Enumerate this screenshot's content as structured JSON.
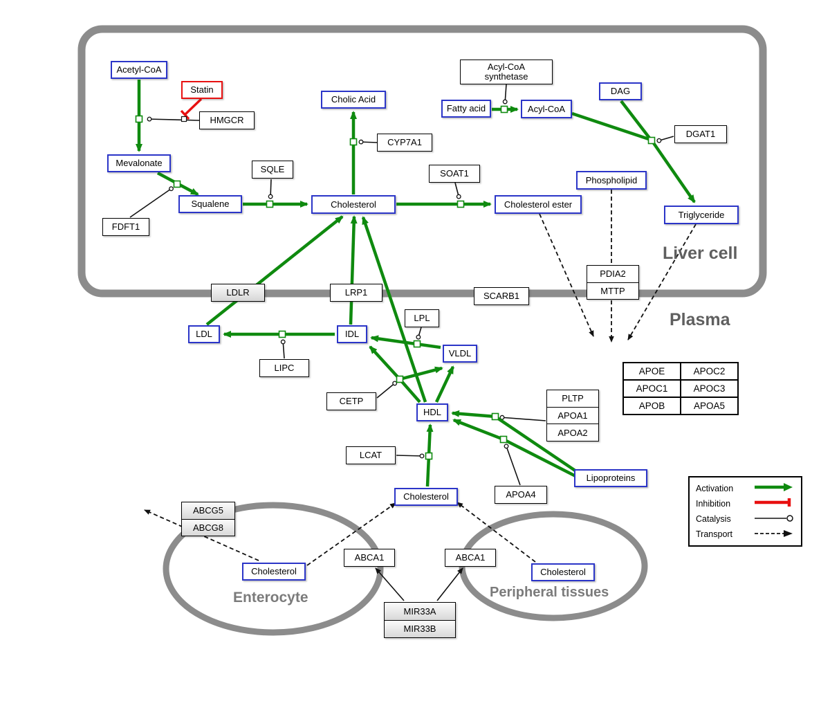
{
  "diagram": {
    "compartments": {
      "liver": "Liver cell",
      "plasma": "Plasma",
      "enterocyte": "Enterocyte",
      "peripheral": "Peripheral tissues"
    },
    "metabolites": {
      "acetyl_coa": "Acetyl-CoA",
      "mevalonate": "Mevalonate",
      "squalene": "Squalene",
      "cholesterol_liver": "Cholesterol",
      "cholic_acid": "Cholic Acid",
      "fatty_acid": "Fatty acid",
      "acyl_coa": "Acyl-CoA",
      "dag": "DAG",
      "phospholipid": "Phospholipid",
      "cholesterol_ester": "Cholesterol ester",
      "triglyceride": "Triglyceride",
      "ldl": "LDL",
      "idl": "IDL",
      "vldl": "VLDL",
      "hdl": "HDL",
      "cholesterol_plasma": "Cholesterol",
      "lipoproteins": "Lipoproteins",
      "cholesterol_enterocyte": "Cholesterol",
      "cholesterol_peripheral": "Cholesterol"
    },
    "enzymes": {
      "statin": "Statin",
      "hmgcr": "HMGCR",
      "sqle": "SQLE",
      "fdft1": "FDFT1",
      "cyp7a1": "CYP7A1",
      "soat1": "SOAT1",
      "acyl_coa_synthetase_line1": "Acyl-CoA",
      "acyl_coa_synthetase_line2": "synthetase",
      "dgat1": "DGAT1",
      "pdia2": "PDIA2",
      "mttp": "MTTP",
      "ldlr": "LDLR",
      "lrp1": "LRP1",
      "scarb1": "SCARB1",
      "lpl": "LPL",
      "lipc": "LIPC",
      "cetp": "CETP",
      "pltp": "PLTP",
      "apoa1": "APOA1",
      "apoa2": "APOA2",
      "lcat": "LCAT",
      "apoa4": "APOA4",
      "abcg5": "ABCG5",
      "abcg8": "ABCG8",
      "abca1_left": "ABCA1",
      "abca1_right": "ABCA1",
      "mir33a": "MIR33A",
      "mir33b": "MIR33B"
    },
    "apo_table": {
      "rows": [
        [
          "APOE",
          "APOC2"
        ],
        [
          "APOC1",
          "APOC3"
        ],
        [
          "APOB",
          "APOA5"
        ]
      ]
    },
    "legend": {
      "activation": "Activation",
      "inhibition": "Inhibition",
      "catalysis": "Catalysis",
      "transport": "Transport"
    },
    "colors": {
      "activation_green": "#0f8a0f",
      "inhibition_red": "#e81010",
      "metabolite_border": "#2b35c8",
      "membrane_gray": "#8c8c8c"
    }
  }
}
